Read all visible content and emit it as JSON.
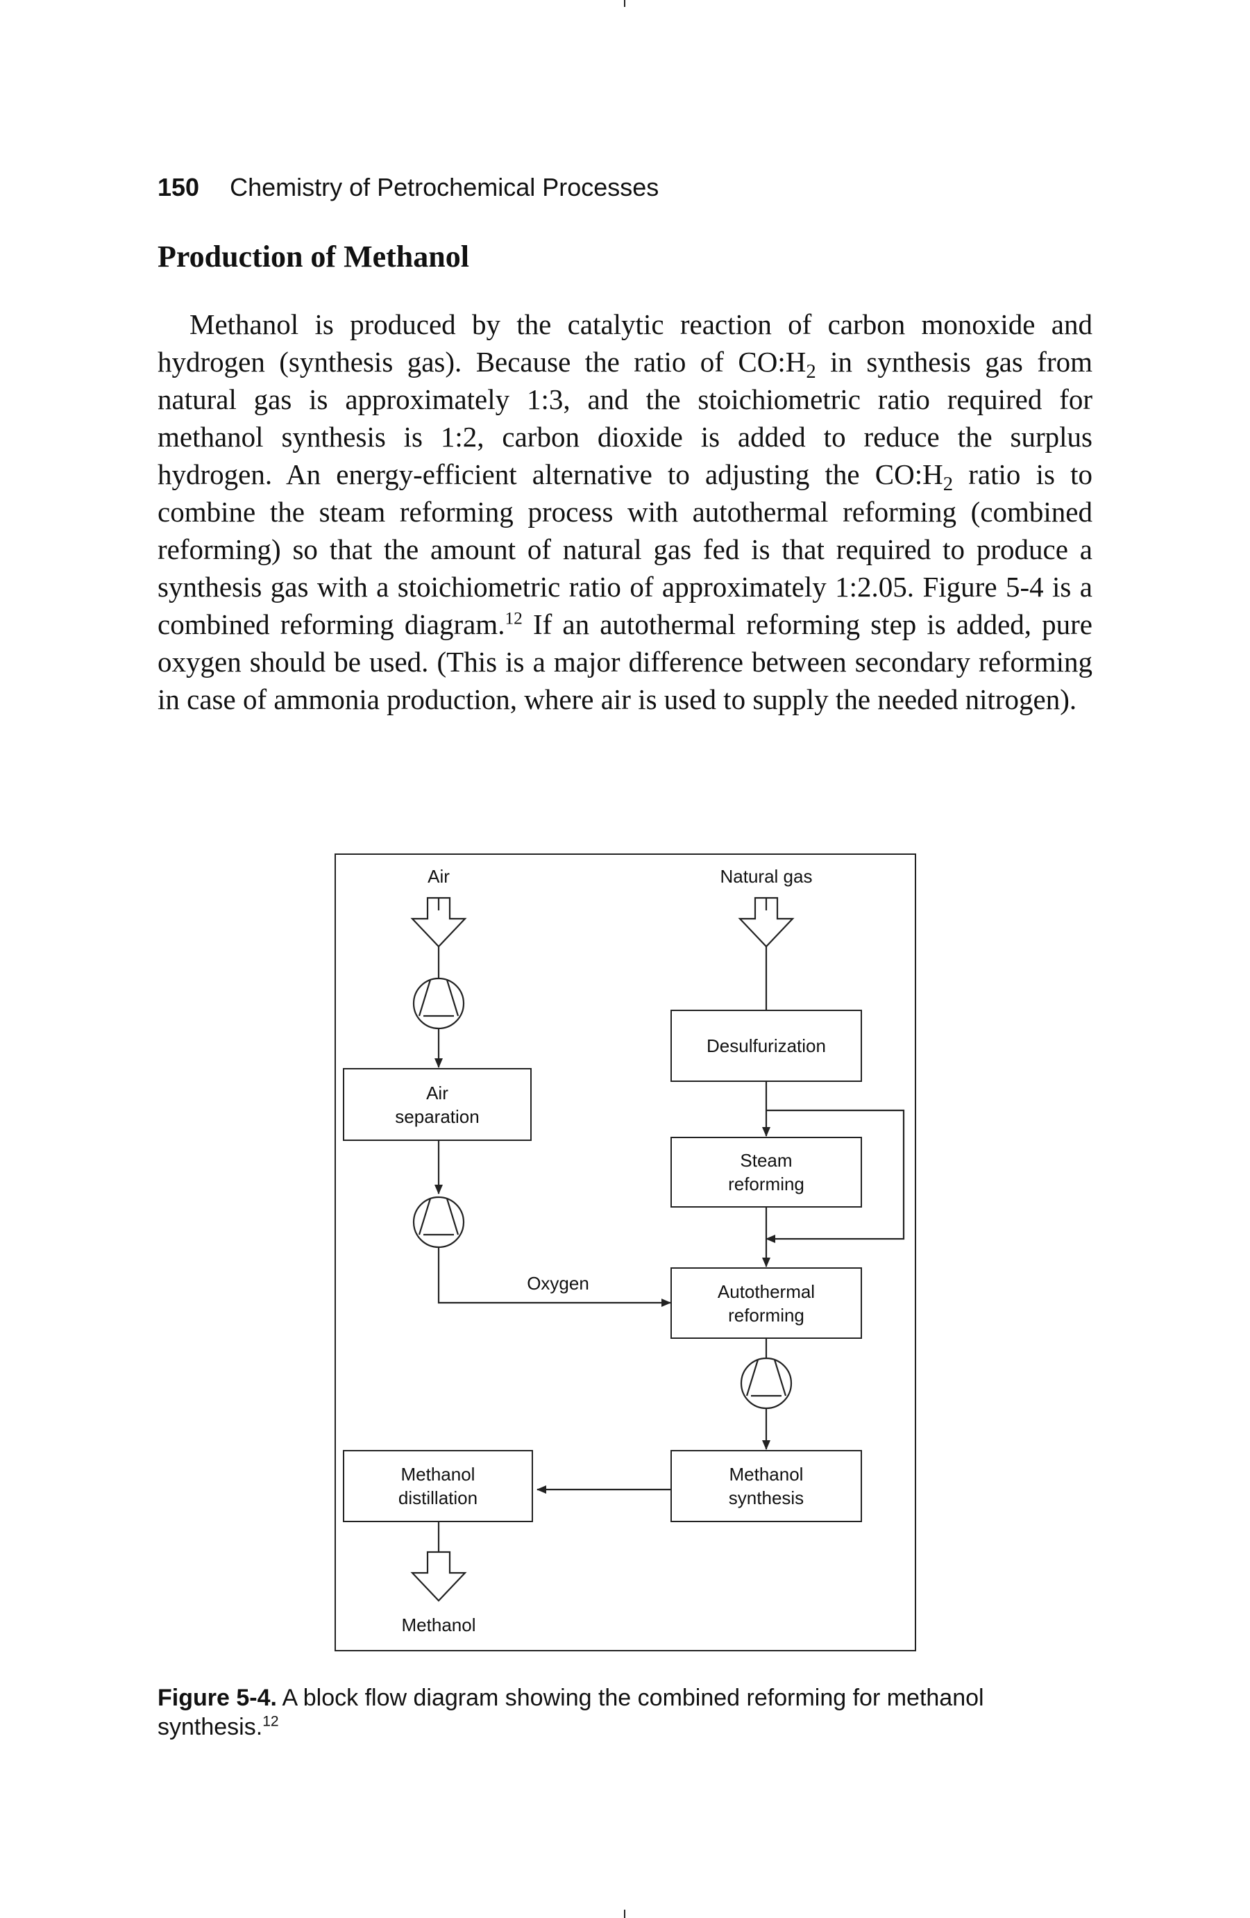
{
  "header": {
    "page_number": "150",
    "running_title": "Chemistry of Petrochemical Processes"
  },
  "section": {
    "heading": "Production of Methanol"
  },
  "paragraph": [
    {
      "t": "Methanol is produced by the catalytic reaction of carbon monoxide and hydrogen (synthesis gas). Because the ratio of CO:H"
    },
    {
      "sub": "2"
    },
    {
      "t": " in synthesis gas from natural gas is approximately 1:3, and the stoichiometric ratio required for methanol synthesis is 1:2, carbon dioxide is added to reduce the surplus hydrogen. An energy-efficient alternative to adjusting the CO:H"
    },
    {
      "sub": "2"
    },
    {
      "t": " ratio is to combine the steam reforming process with autothermal reforming (combined reforming) so that the amount of natural gas fed is that required to produce a synthesis gas with a stoichiometric ratio of approximately 1:2.05. Figure 5-4 is a combined reforming diagram."
    },
    {
      "sup": "12"
    },
    {
      "t": " If an autothermal reforming step is added, pure oxygen should be used. (This is a major difference between secondary reforming in case of ammonia production, where air is used to supply the needed nitrogen)."
    }
  ],
  "diagram": {
    "inputs": {
      "air": "Air",
      "natural_gas": "Natural gas"
    },
    "blocks": {
      "air_separation": "Air\nseparation",
      "desulfurization": "Desulfurization",
      "steam_reforming": "Steam\nreforming",
      "autothermal_reforming": "Autothermal\nreforming",
      "methanol_synthesis": "Methanol\nsynthesis",
      "methanol_distillation": "Methanol\ndistillation"
    },
    "stream_labels": {
      "oxygen": "Oxygen"
    },
    "output": "Methanol"
  },
  "caption": {
    "label": "Figure 5-4.",
    "text": " A block flow diagram showing the combined reforming for methanol synthesis.",
    "ref": "12"
  }
}
